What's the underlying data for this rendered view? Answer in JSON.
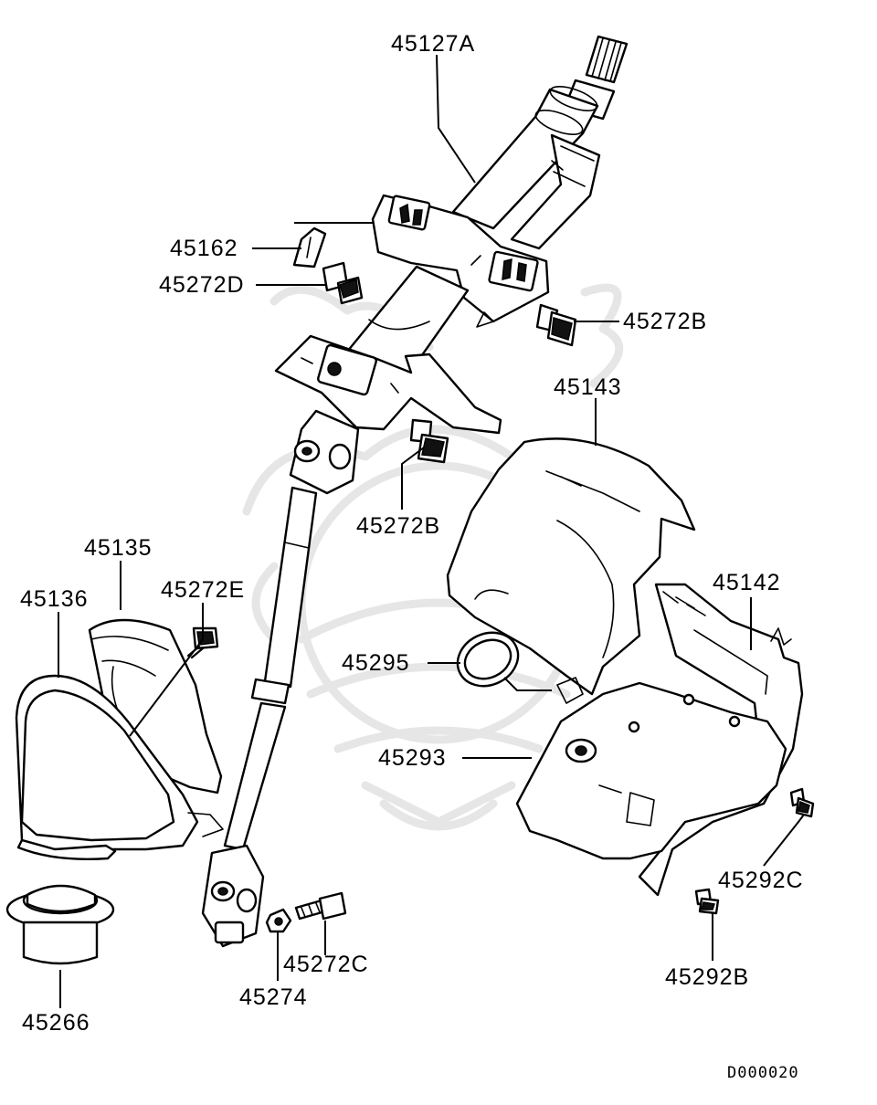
{
  "diagram_code": "D000020",
  "labels": {
    "p45127A": "45127A",
    "p45162": "45162",
    "p45272D": "45272D",
    "p45272B_top": "45272B",
    "p45143": "45143",
    "p45272B_mid": "45272B",
    "p45135": "45135",
    "p45272E": "45272E",
    "p45136": "45136",
    "p45142": "45142",
    "p45295": "45295",
    "p45293": "45293",
    "p45292C": "45292C",
    "p45292B": "45292B",
    "p45272C": "45272C",
    "p45274": "45274",
    "p45266": "45266"
  }
}
